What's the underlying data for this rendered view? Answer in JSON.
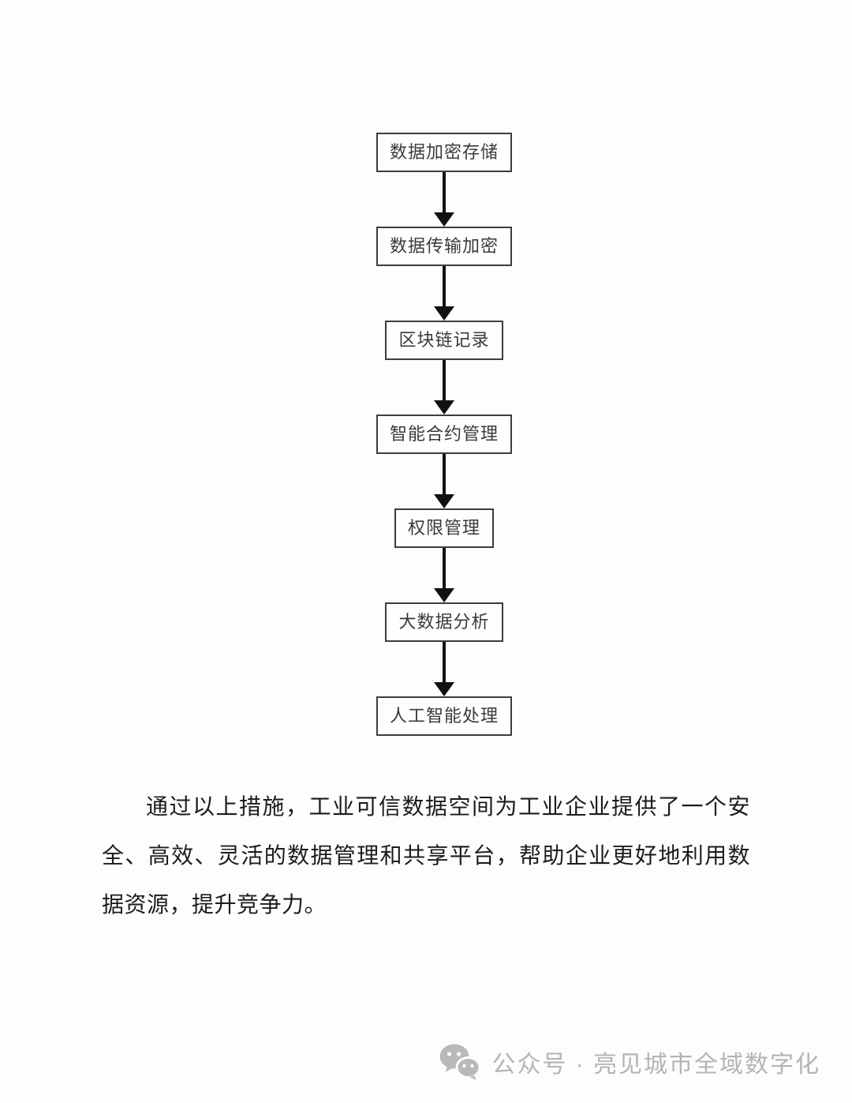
{
  "flowchart": {
    "nodes": [
      {
        "label": "数据加密存储"
      },
      {
        "label": "数据传输加密"
      },
      {
        "label": "区块链记录"
      },
      {
        "label": "智能合约管理"
      },
      {
        "label": "权限管理"
      },
      {
        "label": "大数据分析"
      },
      {
        "label": "人工智能处理"
      }
    ],
    "arrow_color": "#111111",
    "box_border_color": "#3d3d3d",
    "box_text_color": "#3a3a3a"
  },
  "paragraph": {
    "text": "通过以上措施，工业可信数据空间为工业企业提供了一个安全、高效、灵活的数据管理和共享平台，帮助企业更好地利用数据资源，提升竞争力。"
  },
  "footer": {
    "label": "公众号 · 亮见城市全域数字化",
    "icon": "wechat-icon",
    "text_color": "#b4b4b4"
  }
}
